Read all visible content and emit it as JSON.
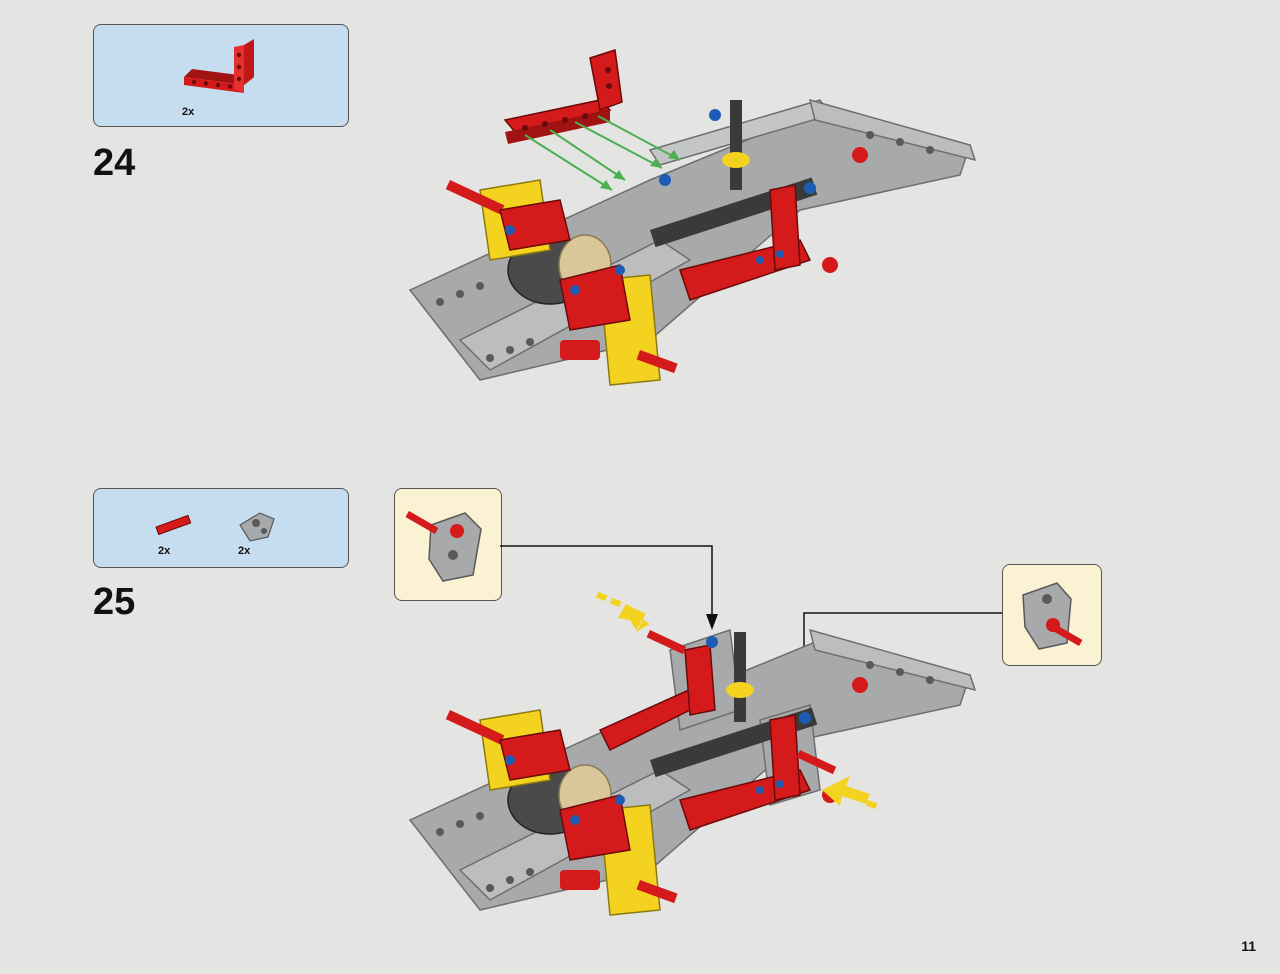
{
  "page": {
    "number": "11"
  },
  "steps": [
    {
      "number": "24",
      "parts": [
        {
          "qty": "2x",
          "name": "red-l-beam"
        }
      ]
    },
    {
      "number": "25",
      "parts": [
        {
          "qty": "2x",
          "name": "red-axle"
        },
        {
          "qty": "2x",
          "name": "gray-axle-connector"
        }
      ]
    }
  ],
  "colors": {
    "parts_box": "#c6dcef",
    "callout_box": "#fbf1d3",
    "background": "#e4e5e3",
    "red": "#d41a1a",
    "yellow": "#f4d320",
    "gray": "#a8a9ab",
    "dark": "#3a3a3a",
    "blue": "#1e5bb5",
    "tan": "#d9c79a",
    "arrow_green": "#4caf50"
  }
}
